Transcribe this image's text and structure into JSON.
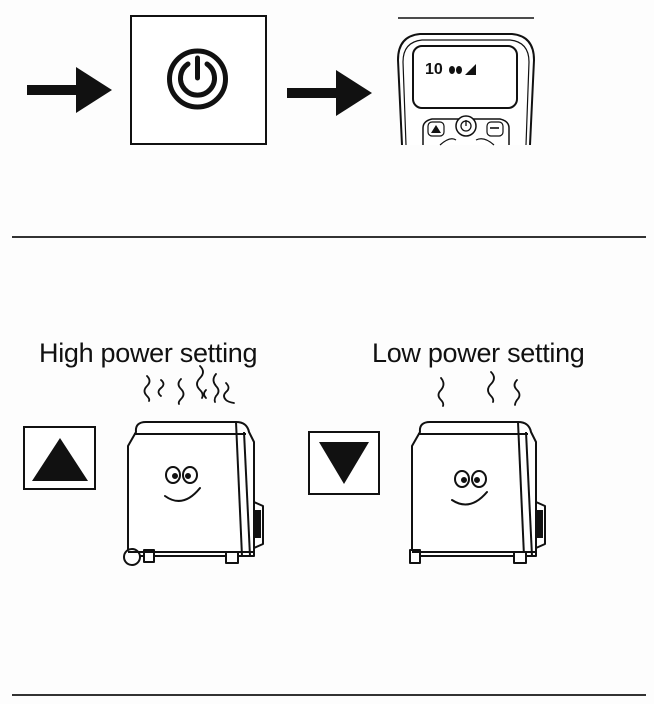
{
  "display": {
    "number": "10"
  },
  "settings": {
    "high": {
      "label": "High power setting"
    },
    "low": {
      "label": "Low power setting"
    }
  },
  "icons": {
    "arrow": "right-arrow-icon",
    "power": "power-icon",
    "up": "up-triangle-icon",
    "down": "down-triangle-icon",
    "heat": "heat-wave-icon"
  },
  "colors": {
    "ink": "#111111",
    "paper": "#fdfdfd"
  }
}
